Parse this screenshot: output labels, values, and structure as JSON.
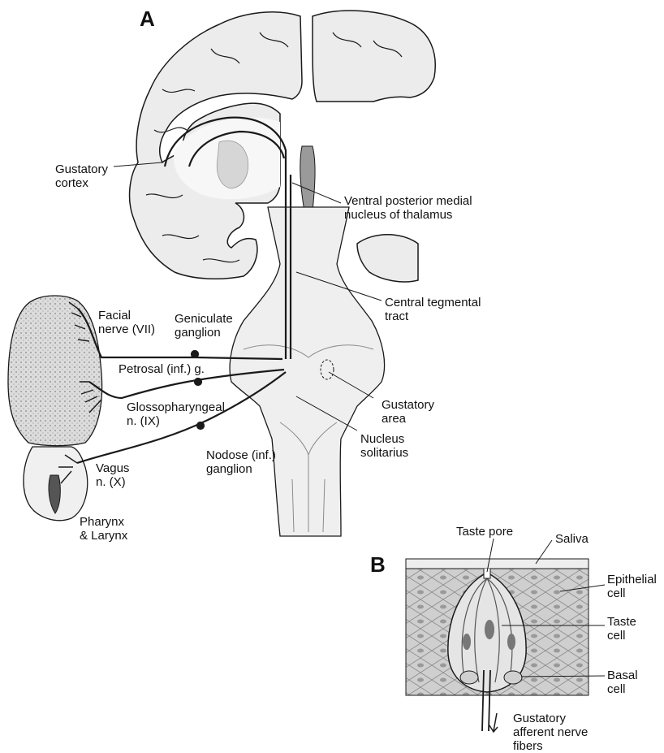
{
  "panels": {
    "a": "A",
    "b": "B"
  },
  "labels": {
    "gustatory_cortex": [
      "Gustatory",
      "cortex"
    ],
    "vpm_nucleus": [
      "Ventral posterior medial",
      "nucleus of thalamus"
    ],
    "central_tegmental_tract": [
      "Central tegmental",
      "tract"
    ],
    "facial_nerve": [
      "Facial",
      "nerve (VII)"
    ],
    "geniculate_ganglion": [
      "Geniculate",
      "ganglion"
    ],
    "petrosal": [
      "Petrosal (inf.) g."
    ],
    "glossopharyngeal": [
      "Glossopharyngeal",
      "n. (IX)"
    ],
    "gustatory_area": [
      "Gustatory",
      "area"
    ],
    "nucleus_solitarius": [
      "Nucleus",
      "solitarius"
    ],
    "nodose_ganglion": [
      "Nodose (inf.)",
      "ganglion"
    ],
    "vagus": [
      "Vagus",
      "n. (X)"
    ],
    "pharynx_larynx": [
      "Pharynx",
      "& Larynx"
    ],
    "taste_pore": [
      "Taste pore"
    ],
    "saliva": [
      "Saliva"
    ],
    "epithelial_cell": [
      "Epithelial",
      "cell"
    ],
    "taste_cell": [
      "Taste",
      "cell"
    ],
    "basal_cell": [
      "Basal",
      "cell"
    ],
    "gustatory_afferent": [
      "Gustatory",
      "afferent nerve",
      "fibers"
    ]
  },
  "colors": {
    "ink": "#1a1a1a",
    "tissue": "#e9e9e9",
    "tissue_dark": "#bdbdbd",
    "tongue": "#d9d9d9"
  }
}
